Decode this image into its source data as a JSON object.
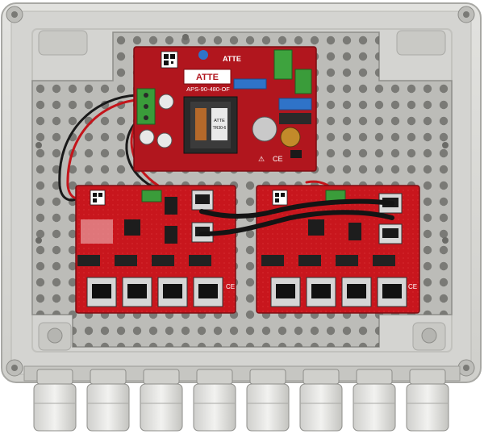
{
  "image": {
    "psu_brand": "ATTE",
    "psu_model": "APS-90-480-OF",
    "transformer_brand": "ATTE",
    "transformer_code": "TR30-6"
  },
  "colors": {
    "enclosure": "#d9d9d6",
    "mounting_plate": "#b9b9b6",
    "pcb_red": "#c8161d",
    "psu_board": "#b1161e",
    "terminal_green": "#3a9c3a",
    "gland": "#dededc"
  }
}
